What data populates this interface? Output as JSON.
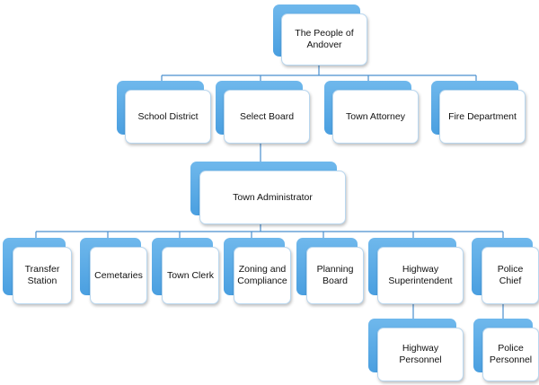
{
  "org_chart": {
    "nodes": {
      "people": "The People of Andover",
      "school_district": "School District",
      "select_board": "Select Board",
      "town_attorney": "Town Attorney",
      "fire_department": "Fire Department",
      "town_administrator": "Town Administrator",
      "transfer_station": "Transfer Station",
      "cemetaries": "Cemetaries",
      "town_clerk": "Town Clerk",
      "zoning_and_compliance": "Zoning and Compliance",
      "planning_board": "Planning Board",
      "highway_superintendent": "Highway Superintendent",
      "police_chief": "Police Chief",
      "highway_personnel": "Highway Personnel",
      "police_personnel": "Police Personnel"
    },
    "colors": {
      "box_accent": "#4a9fe0",
      "box_fill": "#ffffff",
      "connector": "#4a8fcf"
    }
  }
}
